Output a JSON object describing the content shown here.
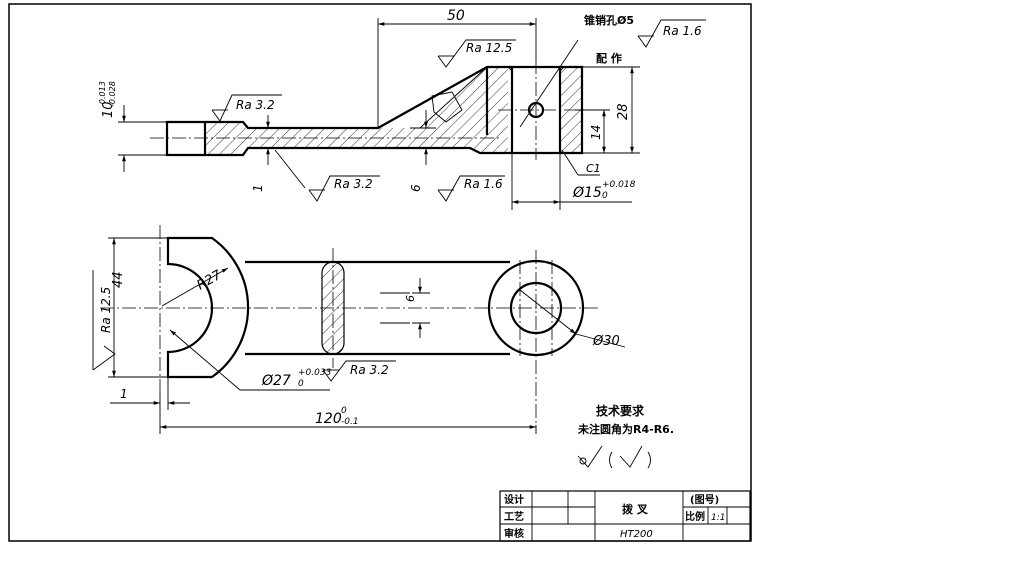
{
  "dimensions": {
    "d50": "50",
    "taper_hole": "锥销孔Ø5",
    "pair_make": "配 作",
    "d28": "28",
    "d14": "14",
    "chamfer": "C1",
    "d15_base": "Ø15",
    "d15_tol_upper": "+0.018",
    "d15_tol_lower": "0",
    "d10_base": "10",
    "d10_tol_upper": "-0.013",
    "d10_tol_lower": "-0.028",
    "d1_top": "1",
    "d6_top": "6",
    "d44": "44",
    "r27": "R27",
    "d6_bottom": "6",
    "d30": "Ø30",
    "d27_base": "Ø27",
    "d27_tol_upper": "+0.033",
    "d27_tol_lower": "0",
    "d1_bottom": "1",
    "d120_base": "120",
    "d120_tol_upper": "0",
    "d120_tol_lower": "-0.1"
  },
  "roughness": {
    "ra_12_5_top": "Ra 12.5",
    "ra_1_6_top": "Ra 1.6",
    "ra_3_2_left": "Ra 3.2",
    "ra_3_2_mid": "Ra 3.2",
    "ra_1_6_bottom": "Ra 1.6",
    "ra_12_5_side": "Ra 12.5",
    "ra_3_2_bottom": "Ra 3.2"
  },
  "notes": {
    "heading": "技术要求",
    "line1": "未注圆角为R4-R6."
  },
  "title_block": {
    "design": "设计",
    "process": "工艺",
    "review": "审核",
    "part_name": "拨 叉",
    "drawing_no": "(图号)",
    "scale_label": "比例",
    "scale_value": "1:1",
    "material": "HT200"
  }
}
